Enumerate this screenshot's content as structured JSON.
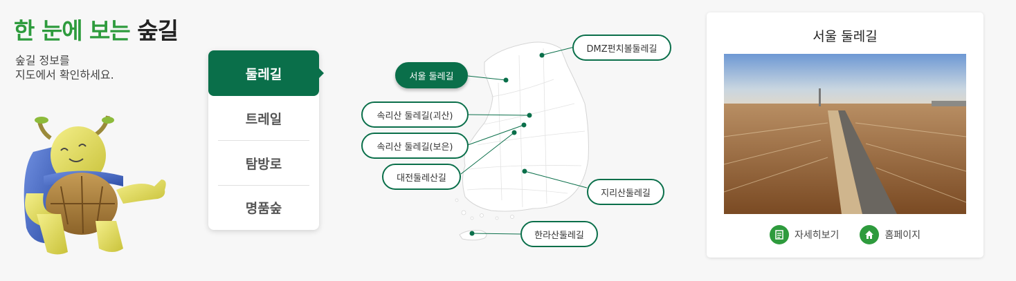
{
  "header": {
    "title_green": "한 눈에 보는",
    "title_dark": "숲길",
    "subtitle_line1": "숲길 정보를",
    "subtitle_line2": "지도에서 확인하세요."
  },
  "menu": {
    "items": [
      {
        "label": "둘레길",
        "active": true
      },
      {
        "label": "트레일"
      },
      {
        "label": "탐방로"
      },
      {
        "label": "명품숲"
      }
    ]
  },
  "map": {
    "trails": [
      {
        "label": "DMZ펀치볼둘레길"
      },
      {
        "label": "서울 둘레길",
        "active": true
      },
      {
        "label": "속리산 둘레길(괴산)"
      },
      {
        "label": "속리산 둘레길(보은)"
      },
      {
        "label": "대전둘레산길"
      },
      {
        "label": "지리산둘레길"
      },
      {
        "label": "한라산둘레길"
      }
    ]
  },
  "card": {
    "title": "서울 둘레길",
    "detail_label": "자세히보기",
    "homepage_label": "홈페이지"
  },
  "colors": {
    "primary": "#0a6f4a",
    "title_green": "#2e9b3d",
    "icon_green": "#2e9b3d"
  },
  "icons": [
    "list-icon",
    "home-icon",
    "mascot-illustration"
  ]
}
